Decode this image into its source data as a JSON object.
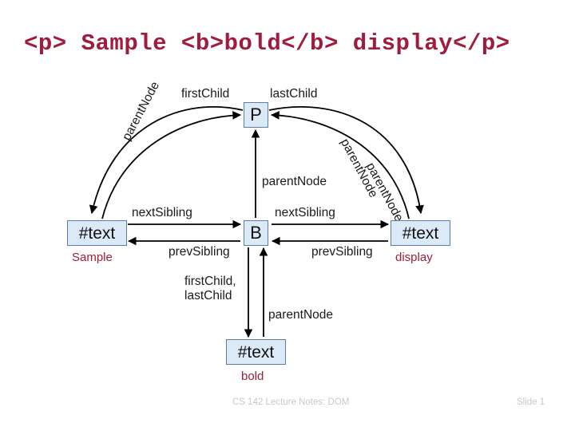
{
  "slide": {
    "title": "<p> Sample <b>bold</b> display</p>",
    "title_color": "#a01c3c",
    "background": "#ffffff"
  },
  "diagram": {
    "type": "dom-tree-node-relationships",
    "node_fill": "#dce9f7",
    "node_border": "#5b7fa6",
    "edge_color": "#000000",
    "nodes": [
      {
        "id": "p",
        "label": "P",
        "caption": null
      },
      {
        "id": "b",
        "label": "B",
        "caption": null
      },
      {
        "id": "left",
        "label": "#text",
        "caption": "Sample"
      },
      {
        "id": "right",
        "label": "#text",
        "caption": "display"
      },
      {
        "id": "bottom",
        "label": "#text",
        "caption": "bold"
      }
    ],
    "captions": {
      "sample": "Sample",
      "display": "display",
      "bold": "bold"
    },
    "edge_labels": {
      "firstchild_top": "firstChild",
      "lastchild_top": "lastChild",
      "parentnode_left": "parentNode",
      "parentnode_right_1": "parentNode",
      "parentnode_right_2": "parentNode",
      "parentnode_center": "parentNode",
      "nextsibling_left": "nextSibling",
      "nextsibling_right": "nextSibling",
      "prevsibling_left": "prevSibling",
      "prevsibling_right": "prevSibling",
      "firstchild_lastchild_bottom_line1": "firstChild,",
      "firstchild_lastchild_bottom_line2": "lastChild",
      "parentnode_bottom": "parentNode"
    }
  },
  "footer": {
    "left": "CS 142 Lecture Notes: DOM",
    "right": "Slide 1"
  }
}
